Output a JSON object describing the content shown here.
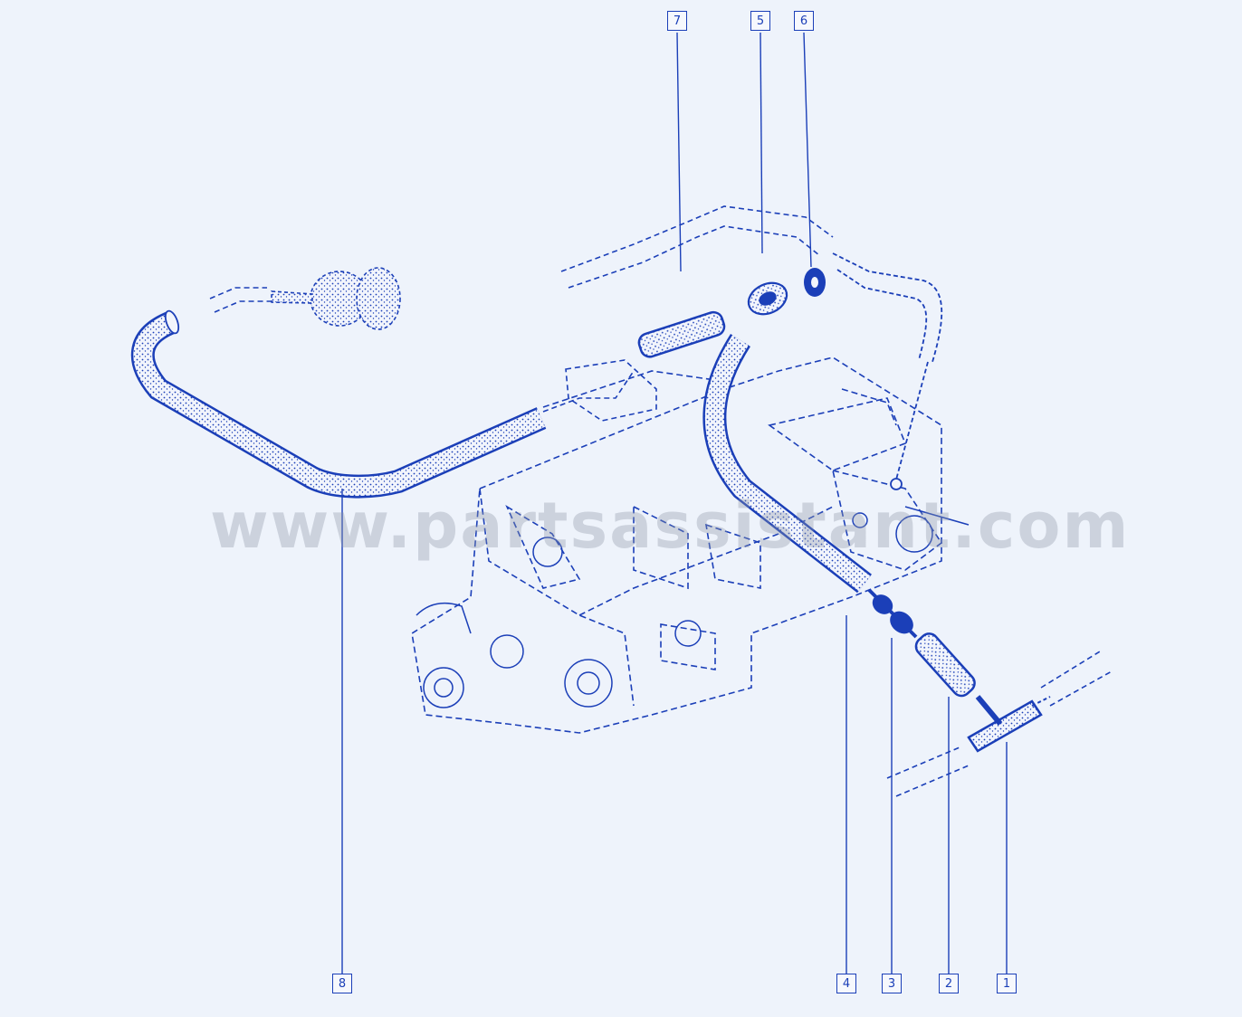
{
  "watermark": "www.partsassistant.com",
  "colors": {
    "line": "#1b3fb8",
    "background": "#eef3fb"
  },
  "callouts": {
    "c1": "1",
    "c2": "2",
    "c3": "3",
    "c4": "4",
    "c5": "5",
    "c6": "6",
    "c7": "7",
    "c8": "8"
  }
}
